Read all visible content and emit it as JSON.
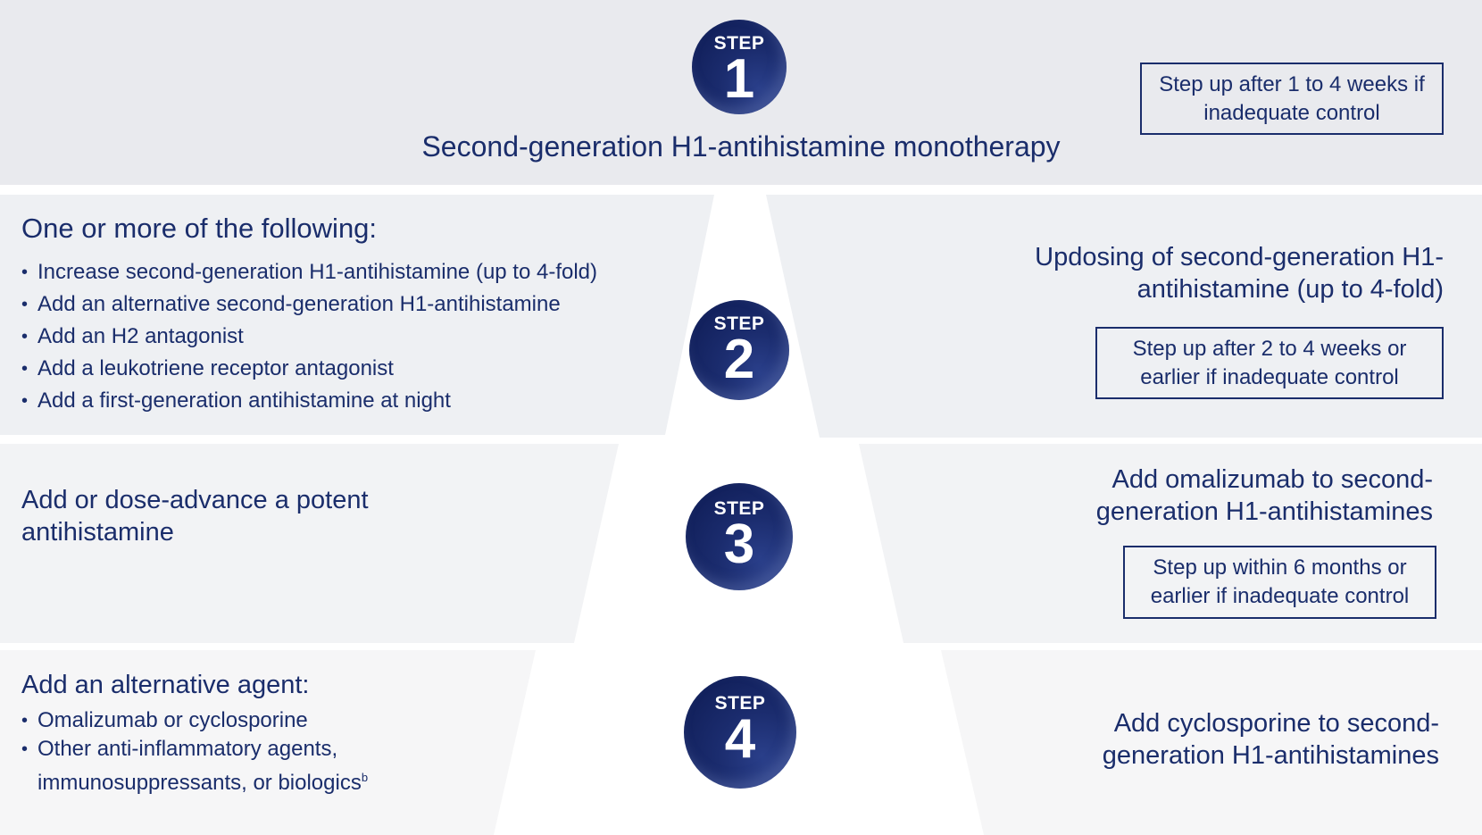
{
  "step1": {
    "badge_label": "STEP",
    "badge_number": "1",
    "title": "Second-generation H1-antihistamine monotherapy",
    "box": "Step up after 1 to 4 weeks if inadequate control"
  },
  "step2": {
    "badge_label": "STEP",
    "badge_number": "2",
    "left_title": "One or more of the following:",
    "bullets": [
      "Increase second-generation H1-antihistamine (up to 4-fold)",
      "Add an alternative second-generation H1-antihistamine",
      "Add an H2 antagonist",
      "Add a leukotriene receptor antagonist",
      "Add a first-generation antihistamine at night"
    ],
    "right_title": "Updosing of second-generation H1-antihistamine (up to 4-fold)",
    "box": "Step up after 2 to 4 weeks or earlier if inadequate control"
  },
  "step3": {
    "badge_label": "STEP",
    "badge_number": "3",
    "left_title": "Add or dose-advance a potent antihistamine",
    "right_title": "Add omalizumab to second-generation H1-antihistamines",
    "box": "Step up within 6 months or earlier if inadequate control"
  },
  "step4": {
    "badge_label": "STEP",
    "badge_number": "4",
    "left_title": "Add an alternative agent:",
    "bullets": [
      "Omalizumab or cyclosporine",
      "Other anti-inflammatory agents, immunosuppressants, or biologics"
    ],
    "superscript": "b",
    "right_title": "Add cyclosporine to second-generation H1-antihistamines"
  },
  "colors": {
    "navy": "#1a2d6b",
    "band1": "#e9eaee",
    "band2": "#eef0f3",
    "band3": "#f2f3f5",
    "band4": "#f6f6f7"
  }
}
